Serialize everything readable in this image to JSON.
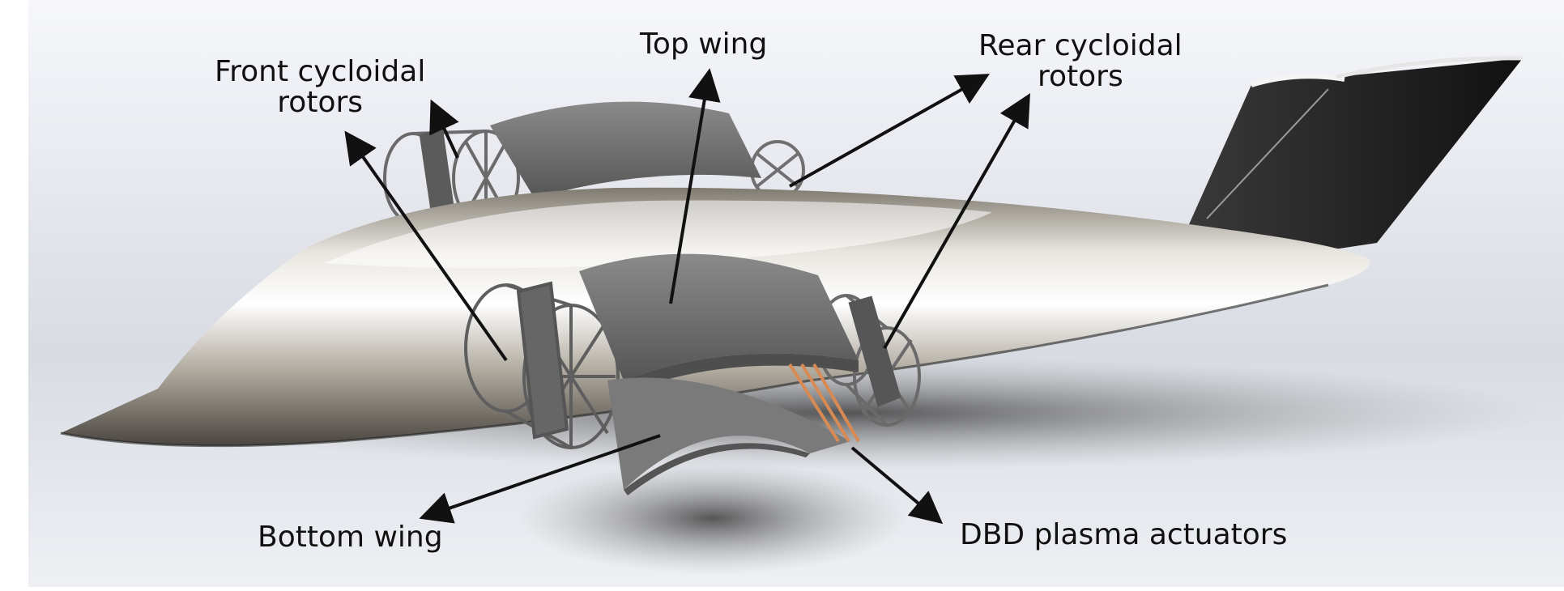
{
  "labels": {
    "front_rotors": {
      "line1": "Front cycloidal",
      "line2": "rotors"
    },
    "top_wing": "Top wing",
    "rear_rotors": {
      "line1": "Rear cycloidal",
      "line2": "rotors"
    },
    "bottom_wing": "Bottom wing",
    "plasma": "DBD plasma actuators"
  },
  "colors": {
    "background": "#ffffff",
    "fuselage": "#b9b4aa",
    "wing": "#6e6e6e",
    "tail": "#1e1e1e",
    "actuator": "#d88a55",
    "arrow": "#111111"
  }
}
